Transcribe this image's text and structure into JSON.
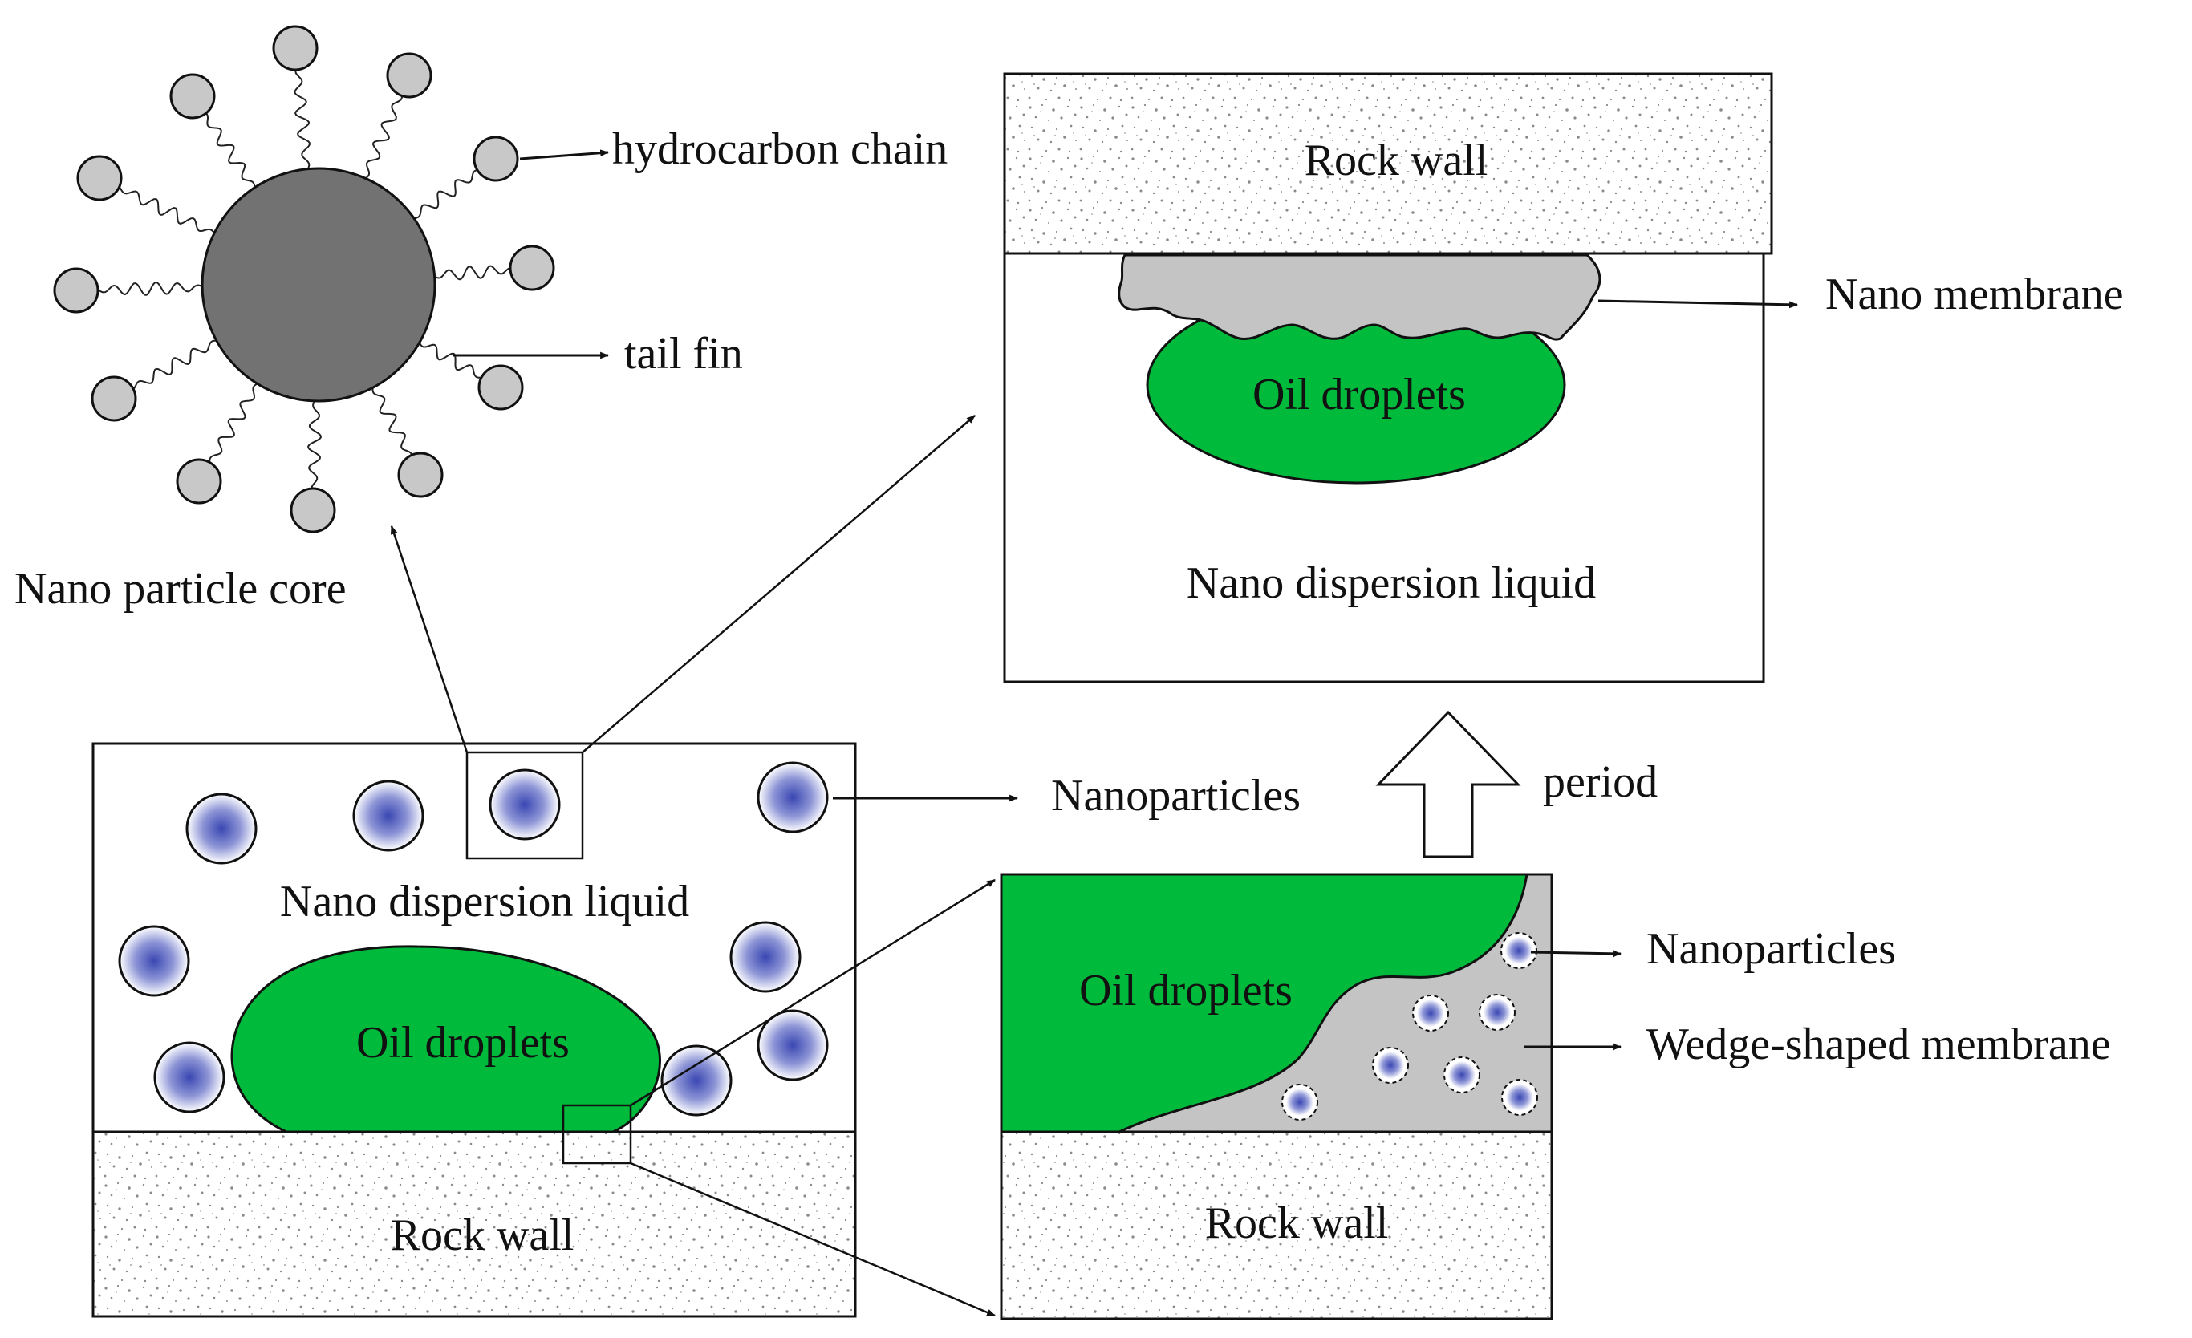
{
  "labels": {
    "hydrocarbon_chain": "hydrocarbon chain",
    "tail_fin": "tail fin",
    "nano_particle_core": "Nano particle core",
    "top_rock_wall": "Rock wall",
    "nano_membrane": "Nano membrane",
    "top_oil_droplets": "Oil droplets",
    "top_dispersion_liquid": "Nano dispersion liquid",
    "period": "period",
    "bl_nanoparticles": "Nanoparticles",
    "bl_dispersion_liquid": "Nano dispersion liquid",
    "bl_oil_droplets": "Oil droplets",
    "bl_rock_wall": "Rock wall",
    "br_oil_droplets": "Oil droplets",
    "br_nanoparticles": "Nanoparticles",
    "wedge_membrane": "Wedge-shaped membrane",
    "br_rock_wall": "Rock wall"
  },
  "colors": {
    "oil": "#00bb3b",
    "membrane": "#c4c4c4",
    "core": "#727272",
    "head": "#c8c8c8",
    "nanoparticle_center": "#3a47b2",
    "rock_speckle": "#8a8a8a",
    "line": "#111111"
  },
  "icons": {
    "period_arrow": "hollow-up-arrow"
  }
}
